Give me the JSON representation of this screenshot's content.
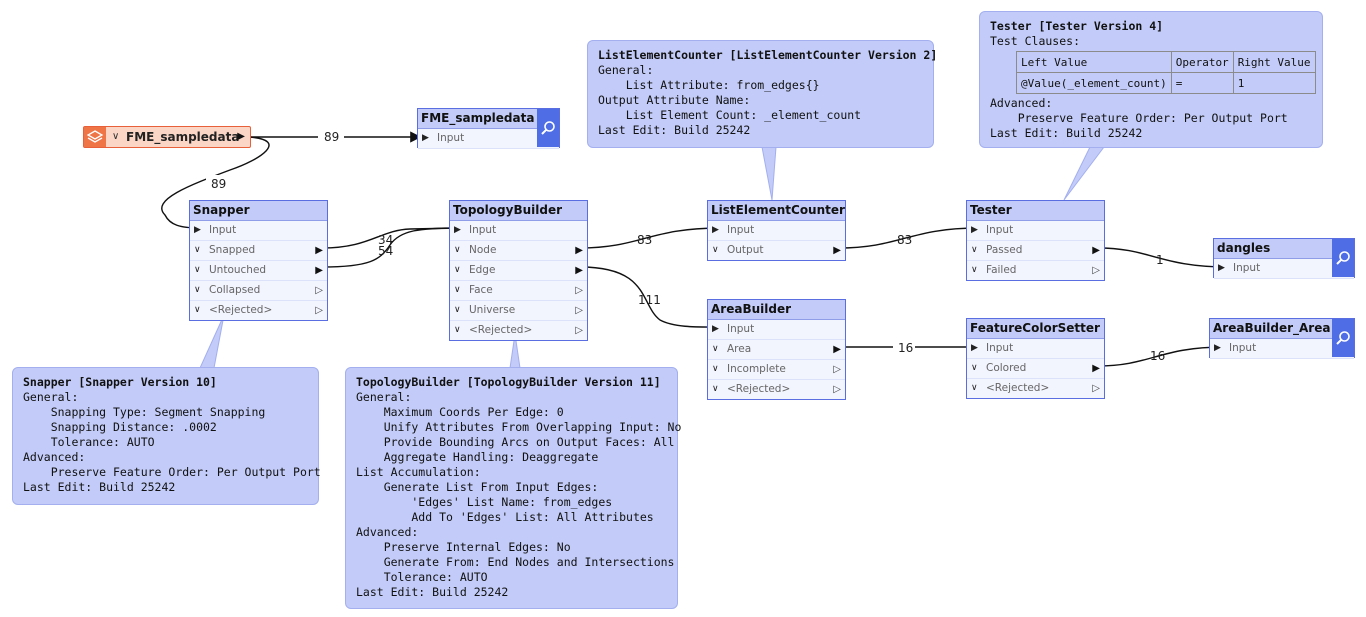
{
  "reader": {
    "name": "FME_sampledata",
    "layers_icon": "layers-icon"
  },
  "transformers": {
    "snapper": {
      "title": "Snapper",
      "ports": [
        "Input",
        "Snapped",
        "Untouched",
        "Collapsed",
        "<Rejected>"
      ]
    },
    "topologybuilder": {
      "title": "TopologyBuilder",
      "ports": [
        "Input",
        "Node",
        "Edge",
        "Face",
        "Universe",
        "<Rejected>"
      ]
    },
    "listelementcounter": {
      "title": "ListElementCounter",
      "ports": [
        "Input",
        "Output"
      ]
    },
    "tester": {
      "title": "Tester",
      "ports": [
        "Input",
        "Passed",
        "Failed"
      ]
    },
    "areabuilder": {
      "title": "AreaBuilder",
      "ports": [
        "Input",
        "Area",
        "Incomplete",
        "<Rejected>"
      ]
    },
    "featurecolorsetter": {
      "title": "FeatureColorSetter",
      "ports": [
        "Input",
        "Colored",
        "<Rejected>"
      ]
    }
  },
  "inspectors": {
    "fme_sampledata": {
      "title": "FME_sampledata",
      "port": "Input"
    },
    "dangles": {
      "title": "dangles",
      "port": "Input"
    },
    "areabuilder_area": {
      "title": "AreaBuilder_Area",
      "port": "Input"
    }
  },
  "links": {
    "reader_to_inspector": "89",
    "reader_to_snapper": "89",
    "snapped": "34",
    "untouched": "54",
    "node": "83",
    "edge": "111",
    "output": "83",
    "passed": "1",
    "area": "16",
    "colored": "16"
  },
  "notes": {
    "snapper": {
      "title": "Snapper [Snapper Version 10]",
      "lines": [
        "General:",
        "    Snapping Type: Segment Snapping",
        "    Snapping Distance: .0002",
        "    Tolerance: AUTO",
        "Advanced:",
        "    Preserve Feature Order: Per Output Port",
        "Last Edit: Build 25242"
      ]
    },
    "topologybuilder": {
      "title": "TopologyBuilder [TopologyBuilder Version 11]",
      "lines": [
        "General:",
        "    Maximum Coords Per Edge: 0",
        "    Unify Attributes From Overlapping Input: No",
        "    Provide Bounding Arcs on Output Faces: All",
        "    Aggregate Handling: Deaggregate",
        "List Accumulation:",
        "    Generate List From Input Edges:",
        "        'Edges' List Name: from_edges",
        "        Add To 'Edges' List: All Attributes",
        "Advanced:",
        "    Preserve Internal Edges: No",
        "    Generate From: End Nodes and Intersections",
        "    Tolerance: AUTO",
        "Last Edit: Build 25242"
      ]
    },
    "listelementcounter": {
      "title": "ListElementCounter [ListElementCounter Version 2]",
      "lines": [
        "General:",
        "    List Attribute: from_edges{}",
        "Output Attribute Name:",
        "    List Element Count: _element_count",
        "Last Edit: Build 25242"
      ]
    },
    "tester": {
      "title": "Tester [Tester Version 4]",
      "line_clauses": "Test Clauses:",
      "table": {
        "headers": [
          "Left Value",
          "Operator",
          "Right Value"
        ],
        "row": [
          "@Value(_element_count)",
          "=",
          "1"
        ]
      },
      "lines": [
        "Advanced:",
        "    Preserve Feature Order: Per Output Port",
        "Last Edit: Build 25242"
      ]
    }
  }
}
